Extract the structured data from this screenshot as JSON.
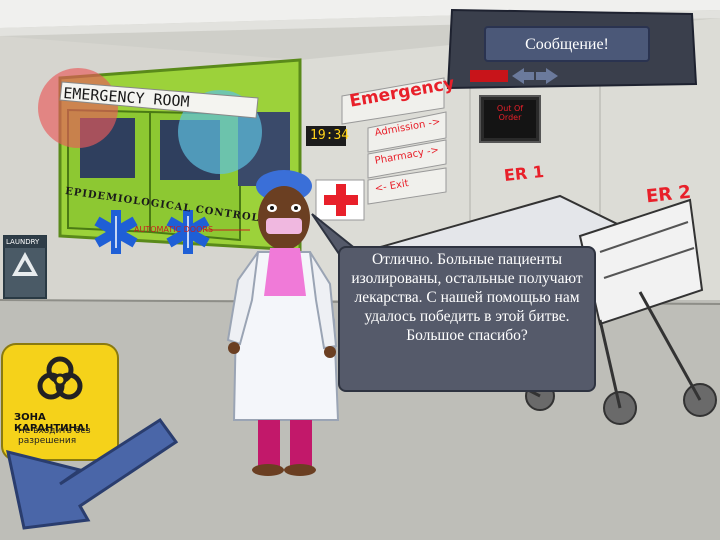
{
  "message_button": {
    "label": "Сообщение!"
  },
  "signs": {
    "emergency_room": "EMERGENCY ROOM",
    "emergency": "Emergency",
    "admission": "Admission ->",
    "pharmacy": "Pharmacy ->",
    "exit": "<- Exit",
    "clock": "19:34",
    "out_of_order": "Out Of Order",
    "er1": "ER 1",
    "er2": "ER 2",
    "epidemiologic_control": "EPIDEMIOLOGICAL CONTROL",
    "automatic_doors": "AUTOMATIC DOORS",
    "laundry": "LAUNDRY",
    "quarantine_title": "ЗОНА КАРАНТИНА!",
    "quarantine_text": "Не входить без разрешения"
  },
  "dialogue": {
    "text": "Отлично. Больные пациенты изолированы, остальные получают лекарства. С нашей помощью нам удалось победить в этой битве. Большое спасибо?"
  },
  "colors": {
    "er_green": "#9cd23a",
    "bubble_bg": "#555a6a",
    "button_bg": "#4b5878",
    "cross_red": "#e8202a",
    "star_blue": "#1f5fd6",
    "hazard_yellow": "#f5d21a",
    "arrow_blue": "#4a66a8"
  },
  "icons": {
    "medical_star": "star-of-life-icon",
    "biohazard": "biohazard-icon",
    "recycle": "recycle-icon",
    "red_cross": "red-cross-icon",
    "back_arrow": "back-arrow-icon"
  }
}
